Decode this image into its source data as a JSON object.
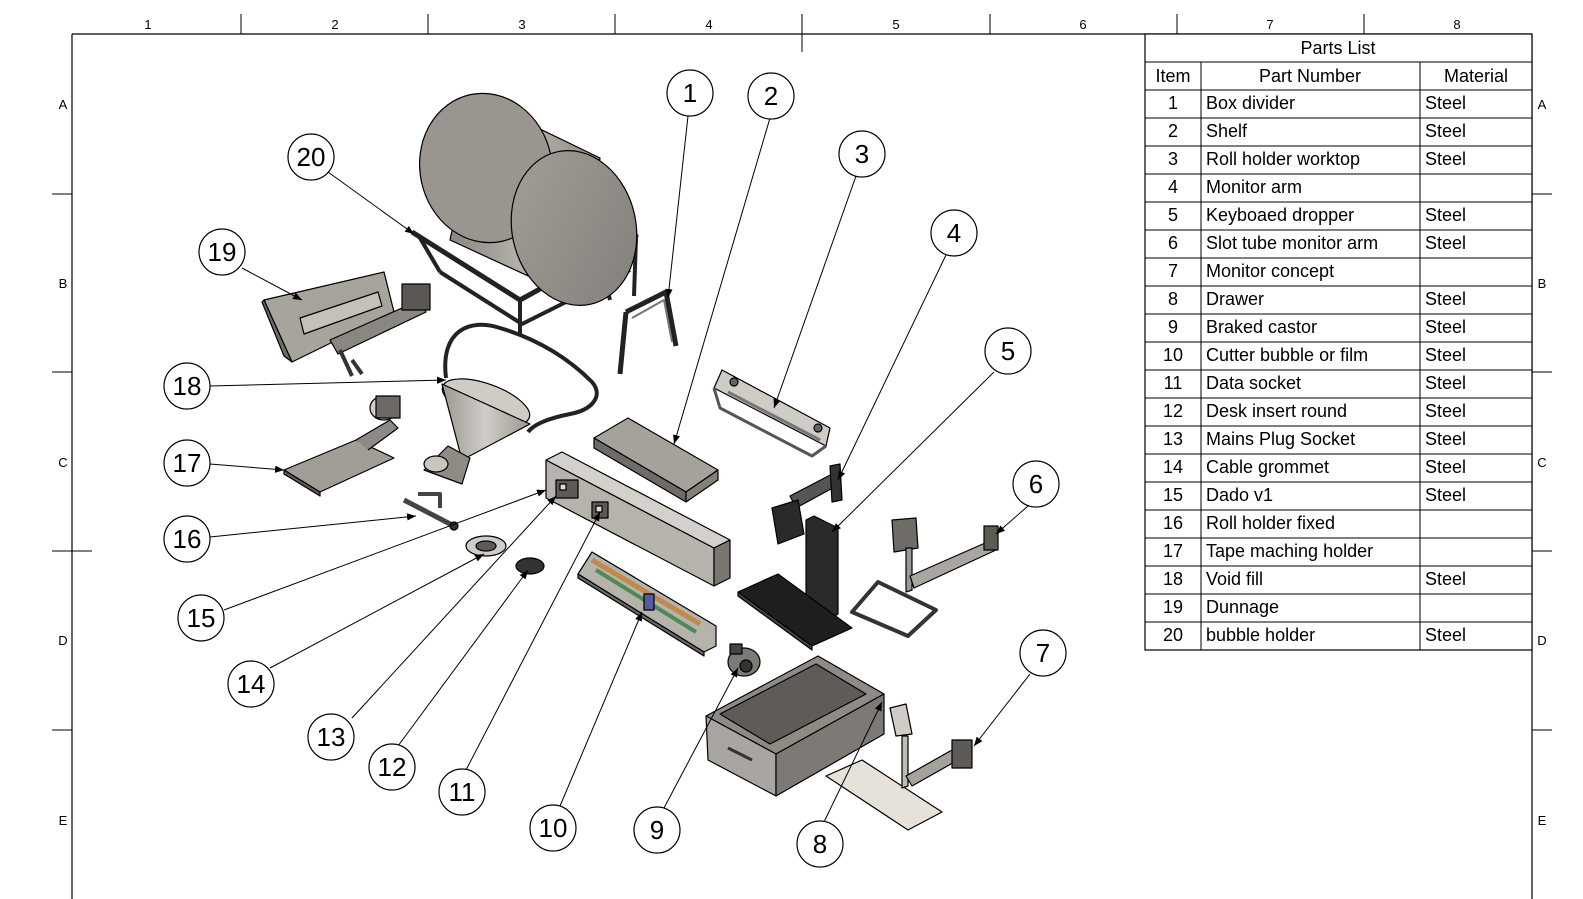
{
  "sheet": {
    "column_labels": [
      "1",
      "2",
      "3",
      "4",
      "5",
      "6",
      "7",
      "8"
    ],
    "row_labels": [
      "A",
      "B",
      "C",
      "D",
      "E"
    ]
  },
  "parts_list": {
    "title": "Parts List",
    "headers": [
      "Item",
      "Part Number",
      "Material"
    ],
    "rows": [
      {
        "item": "1",
        "part": "Box divider",
        "material": "Steel"
      },
      {
        "item": "2",
        "part": "Shelf",
        "material": "Steel"
      },
      {
        "item": "3",
        "part": "Roll holder worktop",
        "material": "Steel"
      },
      {
        "item": "4",
        "part": "Monitor arm",
        "material": ""
      },
      {
        "item": "5",
        "part": "Keyboaed dropper",
        "material": "Steel"
      },
      {
        "item": "6",
        "part": "Slot tube monitor arm",
        "material": "Steel"
      },
      {
        "item": "7",
        "part": "Monitor concept",
        "material": ""
      },
      {
        "item": "8",
        "part": "Drawer",
        "material": "Steel"
      },
      {
        "item": "9",
        "part": "Braked castor",
        "material": "Steel"
      },
      {
        "item": "10",
        "part": "Cutter bubble or film",
        "material": "Steel"
      },
      {
        "item": "11",
        "part": "Data socket",
        "material": "Steel"
      },
      {
        "item": "12",
        "part": "Desk insert round",
        "material": "Steel"
      },
      {
        "item": "13",
        "part": "Mains Plug Socket",
        "material": "Steel"
      },
      {
        "item": "14",
        "part": "Cable grommet",
        "material": "Steel"
      },
      {
        "item": "15",
        "part": "Dado v1",
        "material": "Steel"
      },
      {
        "item": "16",
        "part": "Roll holder fixed",
        "material": ""
      },
      {
        "item": "17",
        "part": "Tape maching holder",
        "material": ""
      },
      {
        "item": "18",
        "part": "Void fill",
        "material": "Steel"
      },
      {
        "item": "19",
        "part": "Dunnage",
        "material": ""
      },
      {
        "item": "20",
        "part": " bubble holder",
        "material": "Steel"
      }
    ]
  },
  "balloons": [
    "1",
    "2",
    "3",
    "4",
    "5",
    "6",
    "7",
    "8",
    "9",
    "10",
    "11",
    "12",
    "13",
    "14",
    "15",
    "16",
    "17",
    "18",
    "19",
    "20"
  ],
  "colors": {
    "line": "#000000",
    "steel_light": "#c9c6c0",
    "steel_mid": "#a9a5a0",
    "steel_dark": "#6f6b66",
    "black_part": "#2a2a2a",
    "sheet_bg": "#ffffff"
  }
}
